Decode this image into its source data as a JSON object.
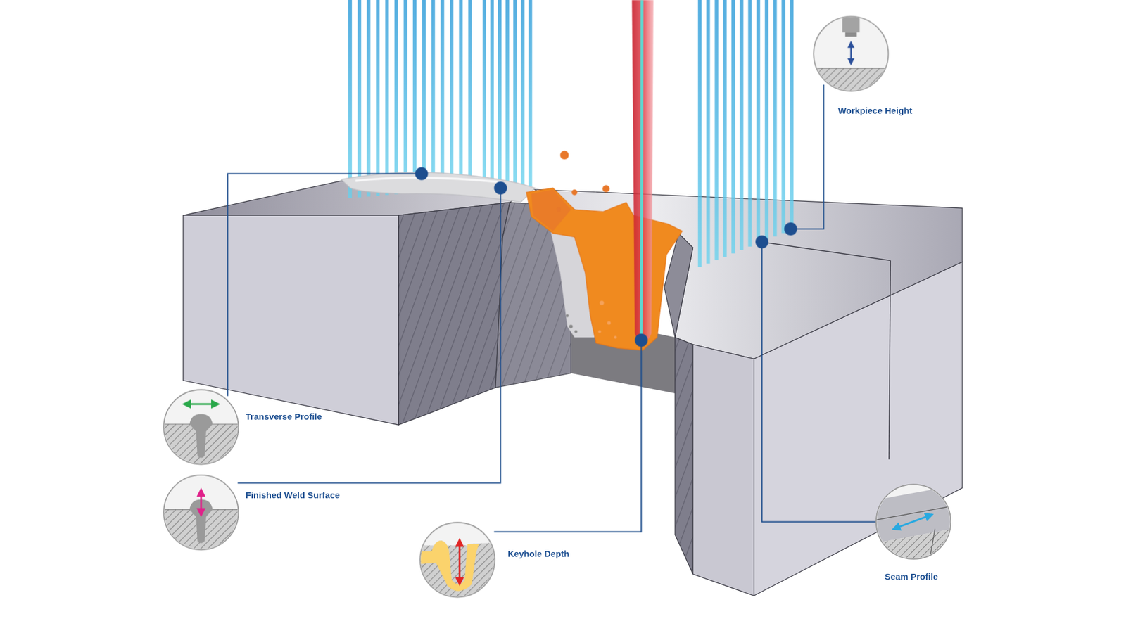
{
  "diagram": {
    "labels": [
      "Workpiece Height",
      "Transverse Profile",
      "Finished Weld Surface",
      "Keyhole Depth",
      "Seam Profile"
    ]
  }
}
